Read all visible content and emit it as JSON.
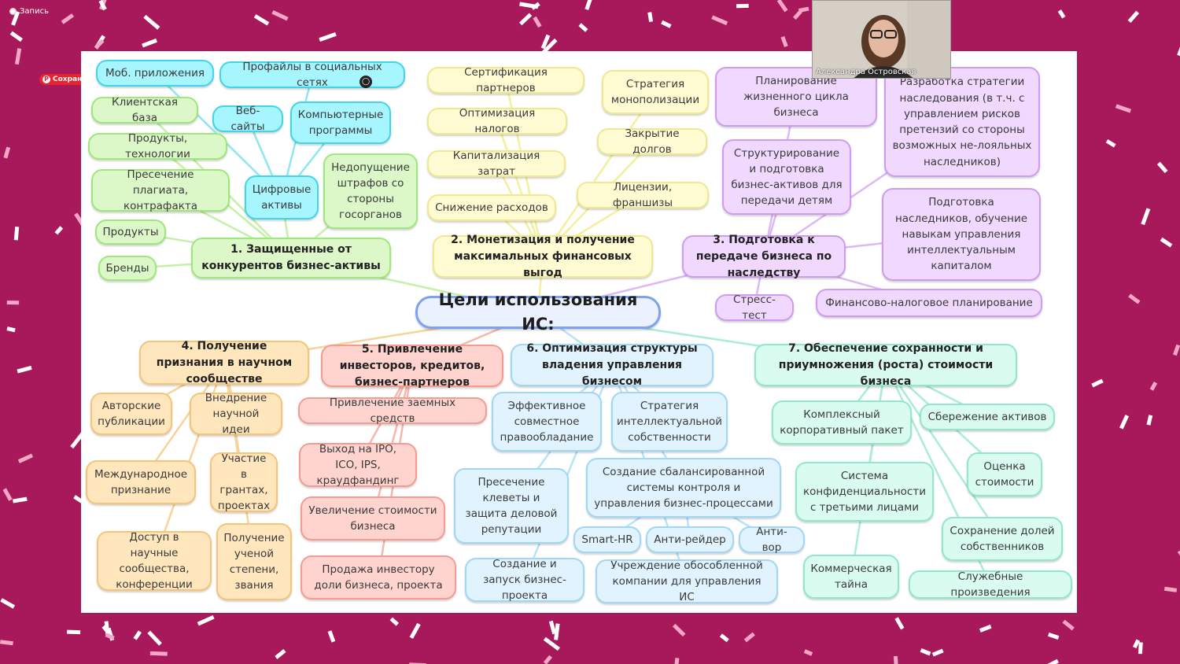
{
  "recording": {
    "label": "Запись"
  },
  "save_button": {
    "label": "Сохранить"
  },
  "webcam": {
    "name": "Александра Островская"
  },
  "mindmap": {
    "center": "Цели использования ИС:",
    "nodes": {
      "b1": "1. Защищенные от конкурентов бизнес-активы",
      "g_mob": "Моб. приложения",
      "g_prof": "Профайлы в социальных сетях",
      "g_base": "Клиентская база",
      "g_web": "Веб-сайты",
      "g_comp": "Компьютерные программы",
      "g_prodtech": "Продукты, технологии",
      "g_plag": "Пресечение плагиата, контрафакта",
      "g_digital": "Цифровые активы",
      "g_fines": "Недопущение штрафов со стороны госорганов",
      "g_products": "Продукты",
      "g_brands": "Бренды",
      "b2": "2. Монетизация и получение максимальных финансовых выгод",
      "y_cert": "Сертификация партнеров",
      "y_tax": "Оптимизация налогов",
      "y_cap": "Капитализация затрат",
      "y_cost": "Снижение расходов",
      "y_mono": "Стратегия монополизации",
      "y_debt": "Закрытие долгов",
      "y_lic": "Лицензии, франшизы",
      "b3": "3. Подготовка к передаче бизнеса по наследству",
      "p_plan": "Планирование жизненного цикла бизнеса",
      "p_strategy": "Разработка стратегии наследования (в т.ч. с управлением рисков претензий со стороны возможных не-лояльных наследников)",
      "p_struct": "Структурирование и подготовка бизнес-активов для передачи детям",
      "p_heirs": "Подготовка наследников, обучение навыкам управления интеллектуальным капиталом",
      "p_stress": "Стресс-тест",
      "p_fin": "Финансово-налоговое планирование",
      "b4": "4. Получение признания в научном сообществе",
      "o_pub": "Авторские публикации",
      "o_impl": "Внедрение научной идеи",
      "o_intl": "Международное признание",
      "o_grants": "Участие в грантах, проектах",
      "o_access": "Доступ в научные сообщества, конференции",
      "o_degree": "Получение ученой степени, звания",
      "b5": "5. Привлечение инвесторов, кредитов, бизнес-партнеров",
      "r_loans": "Привлечение заемных средств",
      "r_ipo": "Выход на IPO, ICO, IPS, краудфандинг",
      "r_value": "Увеличение стоимости бизнеса",
      "r_sale": "Продажа инвестору доли бизнеса, проекта",
      "b6": "6. Оптимизация структуры владения управления бизнесом",
      "bl_joint": "Эффективное совместное правообладание",
      "bl_ipstr": "Стратегия интеллектуальной собственности",
      "bl_libel": "Пресечение клеветы и защита деловой репутации",
      "bl_control": "Создание сбалансированной системы контроля и управления бизнес-процессами",
      "bl_smart": "Smart-HR",
      "bl_raid": "Анти-рейдер",
      "bl_thief": "Анти-вор",
      "bl_launch": "Создание и запуск бизнес-проекта",
      "bl_company": "Учреждение обособленной компании для управления ИС",
      "b7": "7. Обеспечение сохранности и приумножения (роста) стоимости бизнеса",
      "t_pack": "Комплексный корпоративный пакет",
      "t_save": "Сбережение активов",
      "t_conf": "Система конфиденциальности с третьими лицами",
      "t_eval": "Оценка стоимости",
      "t_shares": "Сохранение долей собственников",
      "t_secret": "Коммерческая тайна",
      "t_works": "Служебные произведения"
    }
  }
}
